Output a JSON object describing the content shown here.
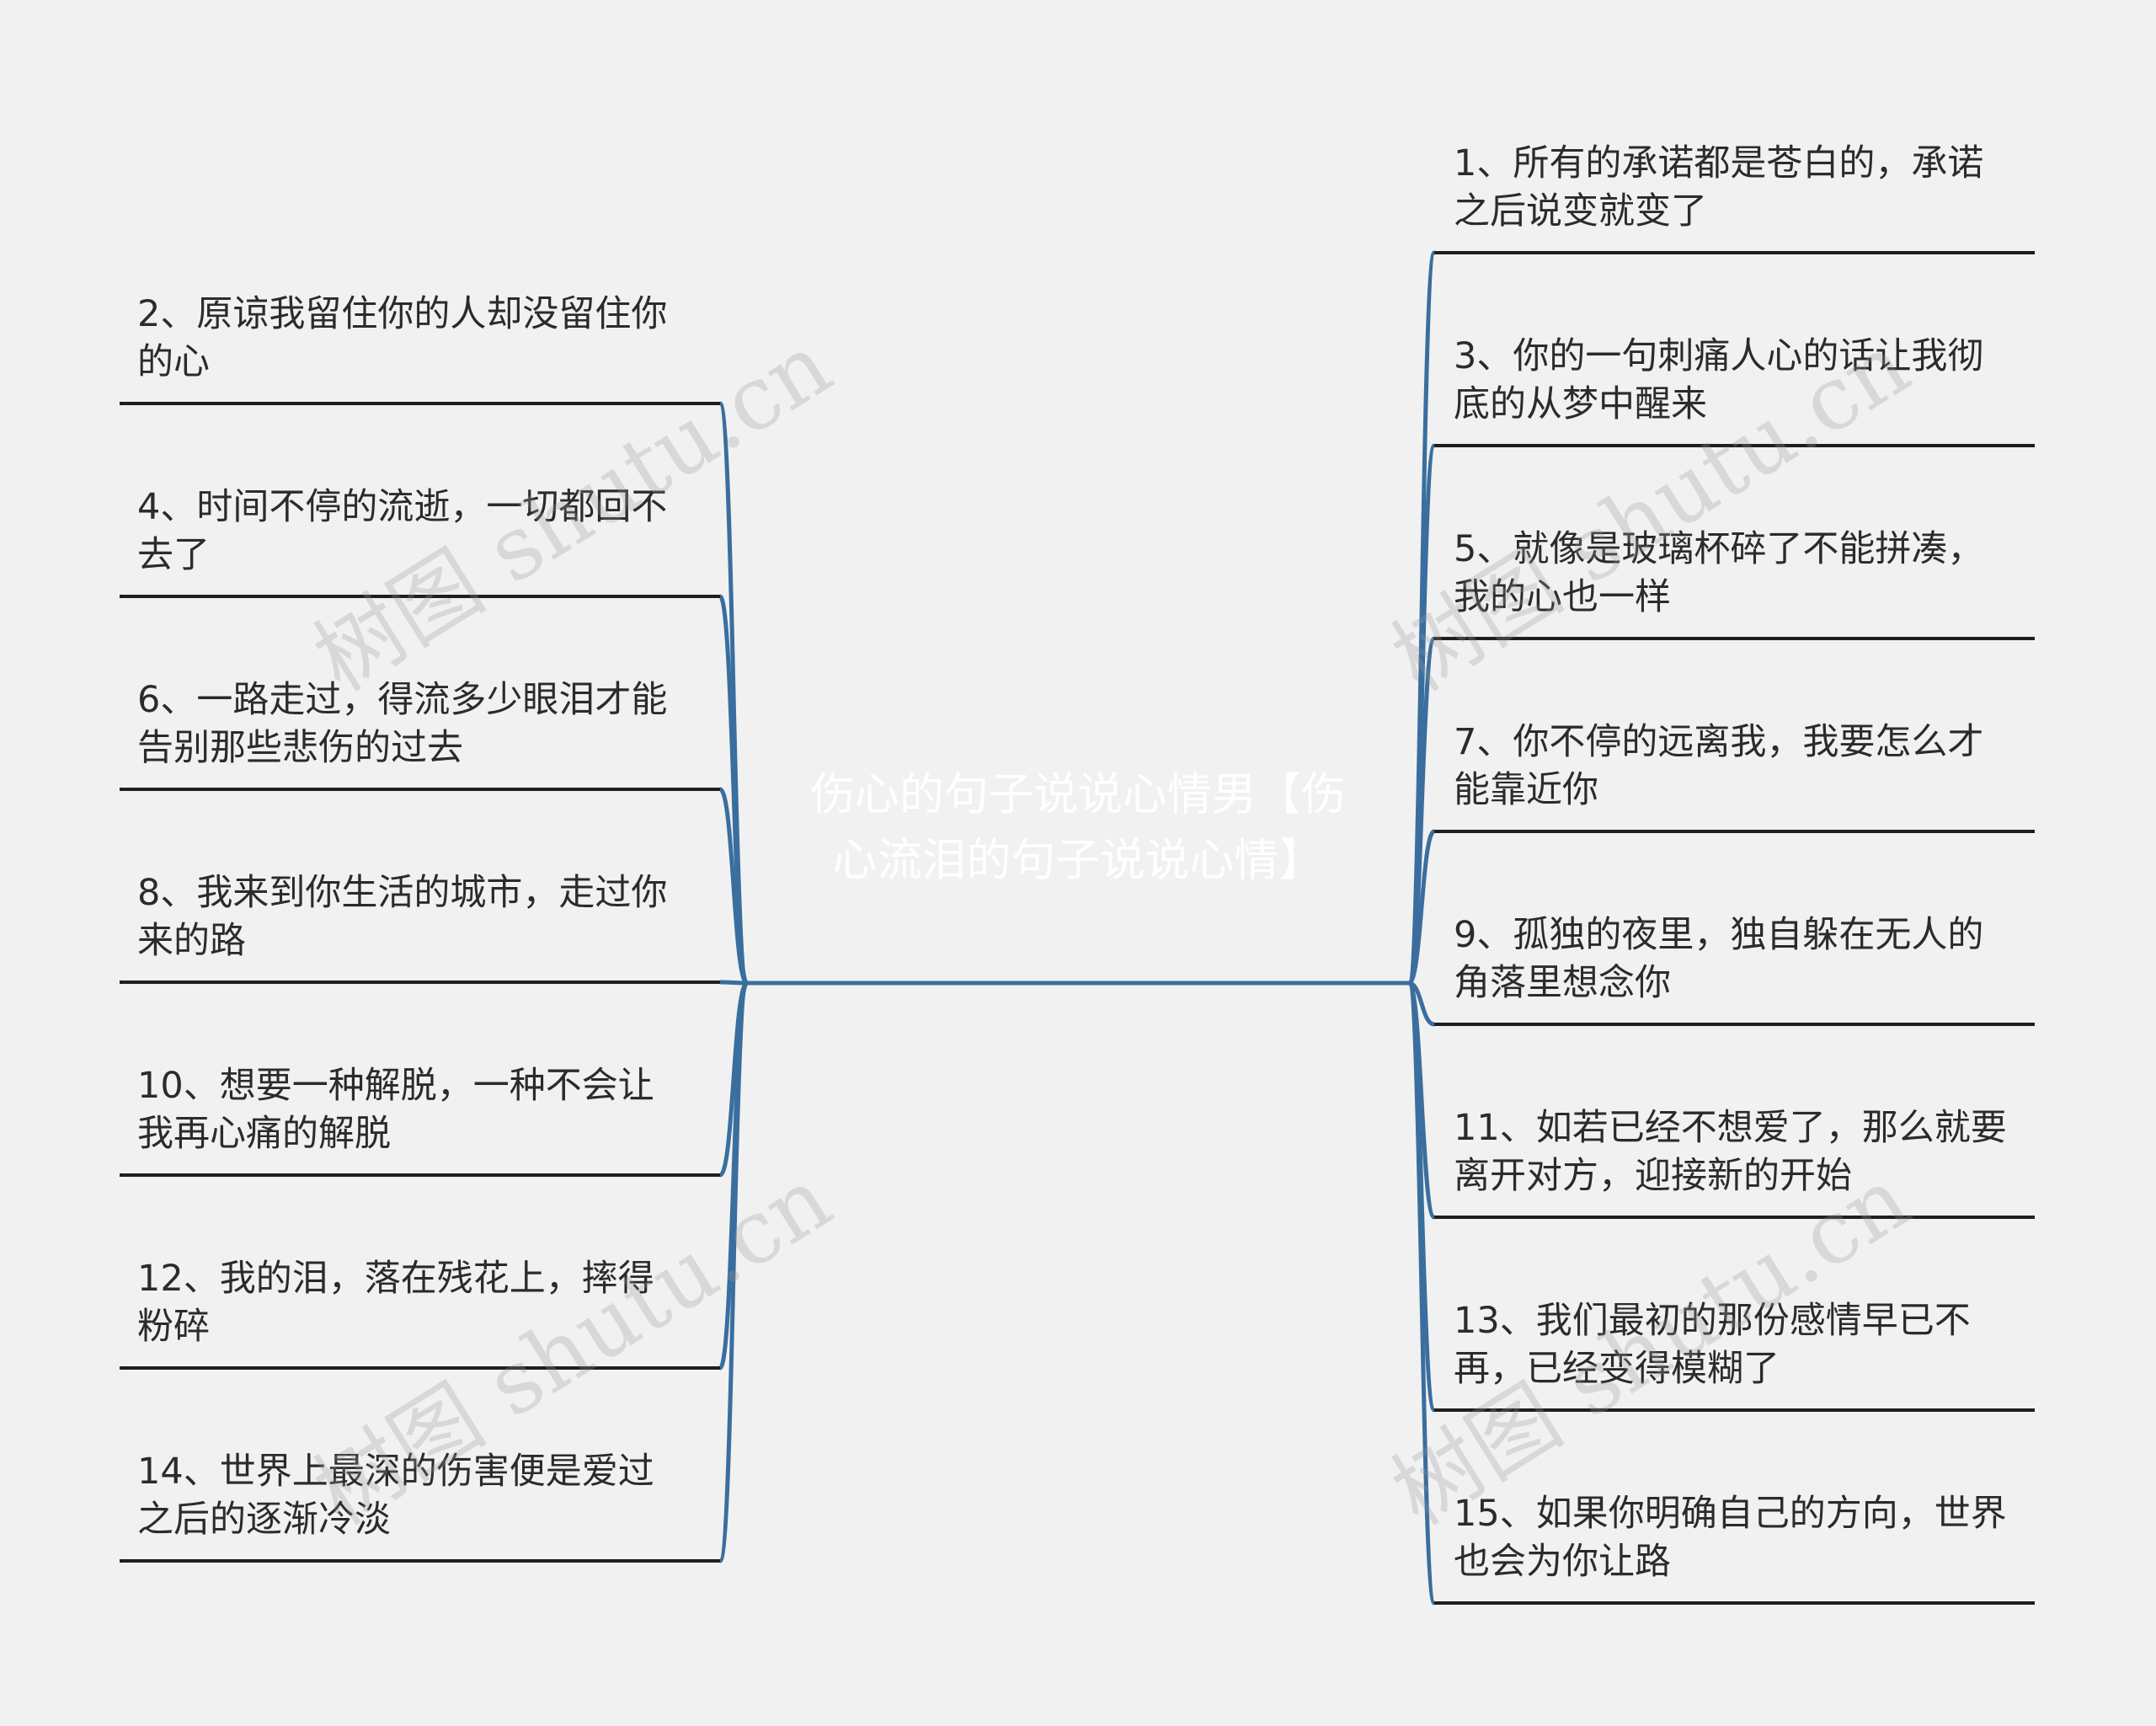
{
  "center": {
    "title": "伤心的句子说说心情男【伤心流泪的句子说说心情】"
  },
  "left_items": [
    "2、原谅我留住你的人却没留住你的心",
    "4、时间不停的流逝，一切都回不去了",
    "6、一路走过，得流多少眼泪才能告别那些悲伤的过去",
    "8、我来到你生活的城市，走过你来的路",
    "10、想要一种解脱，一种不会让我再心痛的解脱",
    "12、我的泪，落在残花上，摔得粉碎",
    "14、世界上最深的伤害便是爱过之后的逐渐冷淡"
  ],
  "right_items": [
    "1、所有的承诺都是苍白的，承诺之后说变就变了",
    "3、你的一句刺痛人心的话让我彻底的从梦中醒来",
    "5、就像是玻璃杯碎了不能拼凑，我的心也一样",
    "7、你不停的远离我，我要怎么才能靠近你",
    "9、孤独的夜里，独自躲在无人的角落里想念你",
    "11、如若已经不想爱了，那么就要离开对方，迎接新的开始",
    "13、我们最初的那份感情早已不再，已经变得模糊了",
    "15、如果你明确自己的方向，世界也会为你让路"
  ],
  "watermark": "树图 shutu.cn",
  "colors": {
    "background": "#f1f1f1",
    "connector": "#3a6e9e",
    "underline": "#1f1f1f",
    "text": "#2b2b2b",
    "center_text": "#ffffff"
  }
}
